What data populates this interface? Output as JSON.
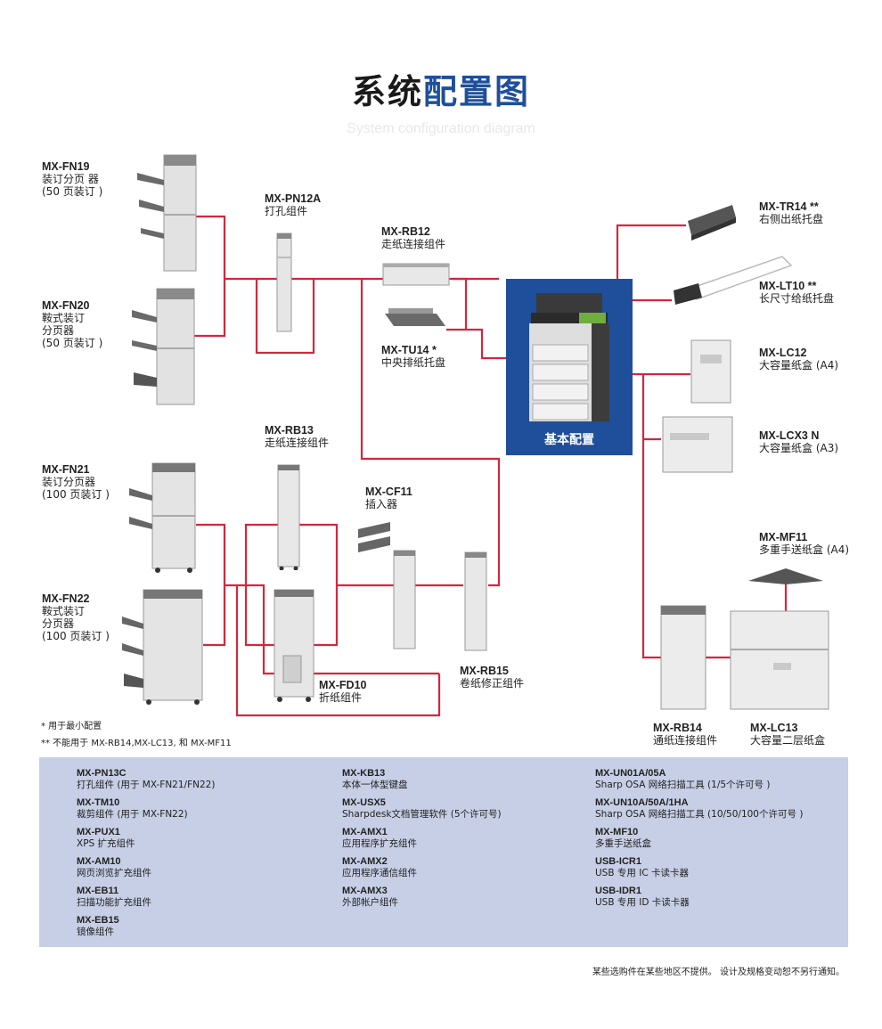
{
  "title": {
    "part1": "系统",
    "part2": "配置图"
  },
  "subtitle": "System configuration diagram",
  "base_caption": "基本配置",
  "devices": {
    "fn19": {
      "code": "MX-FN19",
      "desc": [
        "装订分页 器",
        "(50 页装订 )"
      ]
    },
    "fn20": {
      "code": "MX-FN20",
      "desc": [
        "鞍式装订",
        "分页器",
        "(50 页装订 )"
      ]
    },
    "fn21": {
      "code": "MX-FN21",
      "desc": [
        "装订分页器",
        "(100 页装订 )"
      ]
    },
    "fn22": {
      "code": "MX-FN22",
      "desc": [
        "鞍式装订",
        "分页器",
        "(100 页装订 )"
      ]
    },
    "pn12a": {
      "code": "MX-PN12A",
      "desc": [
        "打孔组件"
      ]
    },
    "rb12": {
      "code": "MX-RB12",
      "desc": [
        "走纸连接组件"
      ]
    },
    "tu14": {
      "code": "MX-TU14 *",
      "desc": [
        "中央排纸托盘"
      ]
    },
    "rb13": {
      "code": "MX-RB13",
      "desc": [
        "走纸连接组件"
      ]
    },
    "cf11": {
      "code": "MX-CF11",
      "desc": [
        "插入器"
      ]
    },
    "fd10": {
      "code": "MX-FD10",
      "desc": [
        "折纸组件"
      ]
    },
    "rb15": {
      "code": "MX-RB15",
      "desc": [
        "卷纸修正组件"
      ]
    },
    "tr14": {
      "code": "MX-TR14 **",
      "desc": [
        "右侧出纸托盘"
      ]
    },
    "lt10": {
      "code": "MX-LT10 **",
      "desc": [
        "长尺寸给纸托盘"
      ]
    },
    "lc12": {
      "code": "MX-LC12",
      "desc": [
        "大容量纸盒 (A4)"
      ]
    },
    "lcx3": {
      "code": "MX-LCX3 N",
      "desc": [
        "大容量纸盒 (A3)"
      ]
    },
    "mf11": {
      "code": "MX-MF11",
      "desc": [
        "多重手送纸盒 (A4)"
      ]
    },
    "rb14": {
      "code": "MX-RB14",
      "desc": [
        "通纸连接组件"
      ]
    },
    "lc13": {
      "code": "MX-LC13",
      "desc": [
        "大容量二层纸盒"
      ]
    }
  },
  "notes": [
    "* 用于最小配置",
    "** 不能用于 MX-RB14,MX-LC13,  和 MX-MF11"
  ],
  "options": [
    [
      {
        "code": "MX-PN13C",
        "desc": "打孔组件 (用于 MX-FN21/FN22)"
      },
      {
        "code": "MX-TM10",
        "desc": "裁剪组件 (用于 MX-FN22)"
      },
      {
        "code": "MX-PUX1",
        "desc": "XPS 扩充组件"
      },
      {
        "code": "MX-AM10",
        "desc": "网页浏览扩充组件"
      },
      {
        "code": "MX-EB11",
        "desc": "扫描功能扩充组件"
      },
      {
        "code": "MX-EB15",
        "desc": "镜像组件"
      }
    ],
    [
      {
        "code": "MX-KB13",
        "desc": "本体一体型键盘"
      },
      {
        "code": "MX-USX5",
        "desc": "Sharpdesk文档管理软件 (5个许可号)"
      },
      {
        "code": "MX-AMX1",
        "desc": "应用程序扩充组件"
      },
      {
        "code": "MX-AMX2",
        "desc": "应用程序通信组件"
      },
      {
        "code": "MX-AMX3",
        "desc": "外部帐户组件"
      }
    ],
    [
      {
        "code": "MX-UN01A/05A",
        "desc": "Sharp OSA 网络扫描工具 (1/5个许可号 )"
      },
      {
        "code": "MX-UN10A/50A/1HA",
        "desc": "Sharp OSA 网络扫描工具 (10/50/100个许可号 )"
      },
      {
        "code": "MX-MF10",
        "desc": "多重手送纸盒"
      },
      {
        "code": "USB-ICR1",
        "desc": "USB 专用 IC 卡读卡器"
      },
      {
        "code": "USB-IDR1",
        "desc": "USB 专用 ID 卡读卡器"
      }
    ]
  ],
  "footnote": "某些选购件在某些地区不提供。 设计及规格变动恕不另行通知。",
  "colors": {
    "wire": "#d3273e",
    "base_bg": "#1f4f9a",
    "panel_bg": "#c7cfe6"
  }
}
